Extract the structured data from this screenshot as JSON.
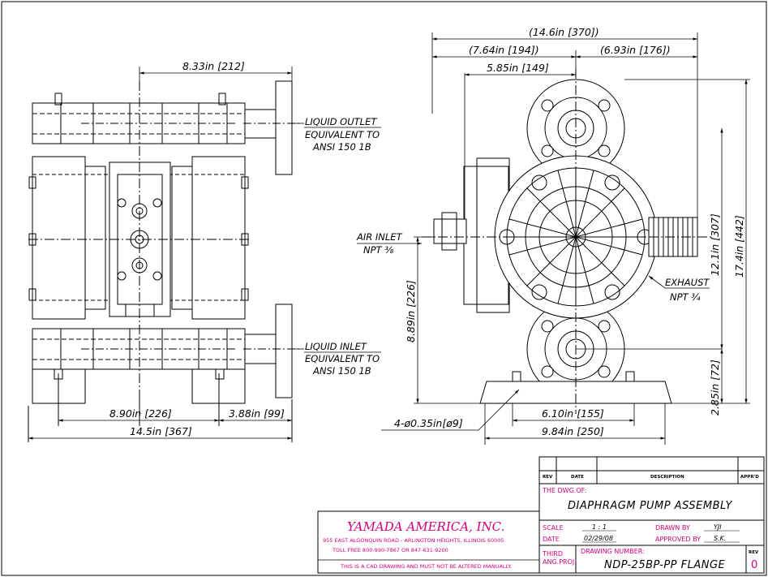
{
  "dimensions": {
    "overall_width": "(14.6in [370])",
    "left_half": "(7.64in [194])",
    "right_half": "(6.93in [176])",
    "port_offset": "5.85in [149]",
    "outlet_offset": "8.33in [212]",
    "height_12": "12.1in [307]",
    "height_17": "17.4in [442]",
    "air_height": "8.89in [226]",
    "base_height": "2.85in [72]",
    "base_inner": "6.10in [155]",
    "base_outer": "9.84in [250]",
    "front_left": "8.90in [226]",
    "front_right": "3.88in [99]",
    "front_total": "14.5in [367]",
    "holes": "4-ø0.35in[ø9]"
  },
  "labels": {
    "outlet_1": "LIQUID OUTLET",
    "outlet_2": "EQUIVALENT TO",
    "outlet_3": "ANSI 150 1B",
    "inlet_1": "LIQUID INLET",
    "inlet_2": "EQUIVALENT TO",
    "inlet_3": "ANSI 150 1B",
    "air_1": "AIR INLET",
    "air_2": "NPT ⅜",
    "exhaust_1": "EXHAUST",
    "exhaust_2": "NPT ¾"
  },
  "company": {
    "name": "YAMADA AMERICA, INC.",
    "address": "955 EAST ALGONQUIN ROAD - ARLINGTON HEIGHTS, ILLINOIS 60005",
    "phone": "TOLL FREE 800-990-7867 OR 847-631-9200",
    "notice": "THIS IS A CAD DRAWING AND MUST NOT BE ALTERED MANUALLY."
  },
  "title_block": {
    "rev_hdr": "REV",
    "date_hdr": "DATE",
    "desc_hdr": "DESCRIPTION",
    "appr_hdr": "APPR'D",
    "dwg_of_label": "THE DWG.OF:",
    "title": "DIAPHRAGM PUMP ASSEMBLY",
    "scale_label": "SCALE",
    "scale_value": "1 : 1",
    "date_label": "DATE",
    "date_value": "02/29/08",
    "drawn_label": "DRAWN BY",
    "drawn_value": "YJI",
    "approved_label": "APPROVED BY",
    "approved_value": "S.K.",
    "third_1": "THIRD",
    "third_2": "ANG.PROJ.",
    "number_label": "DRAWING NUMBER:",
    "number_value": "NDP-25BP-PP FLANGE",
    "rev_label": "REV",
    "rev_value": "0"
  }
}
